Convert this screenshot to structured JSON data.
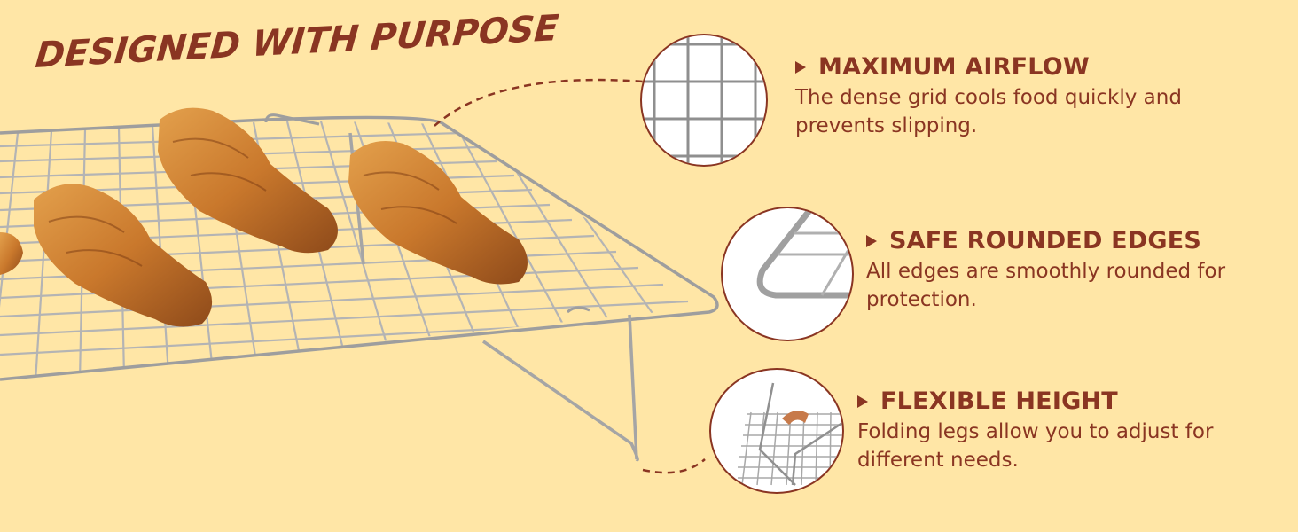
{
  "headline": "DESIGNED WITH PURPOSE",
  "colors": {
    "background": "#FFE6A6",
    "accent": "#8A3522",
    "wire": "#A9A9A9",
    "croissant": "#C77A2E"
  },
  "product_image": {
    "subject": "stainless-steel-cooling-rack",
    "items_on_rack": "croissants",
    "croissant_count_visible": 4
  },
  "features": [
    {
      "icon": "grid-closeup-icon",
      "title": "MAXIMUM AIRFLOW",
      "description_line1": "The dense grid cools food quickly and",
      "description_line2": "prevents slipping."
    },
    {
      "icon": "rounded-edge-closeup-icon",
      "title": "SAFE ROUNDED EDGES",
      "description_line1": "All edges are smoothly rounded for",
      "description_line2": "protection."
    },
    {
      "icon": "folding-legs-closeup-icon",
      "title": "FLEXIBLE HEIGHT",
      "description_line1": "Folding legs allow you to adjust for",
      "description_line2": "different needs."
    }
  ]
}
